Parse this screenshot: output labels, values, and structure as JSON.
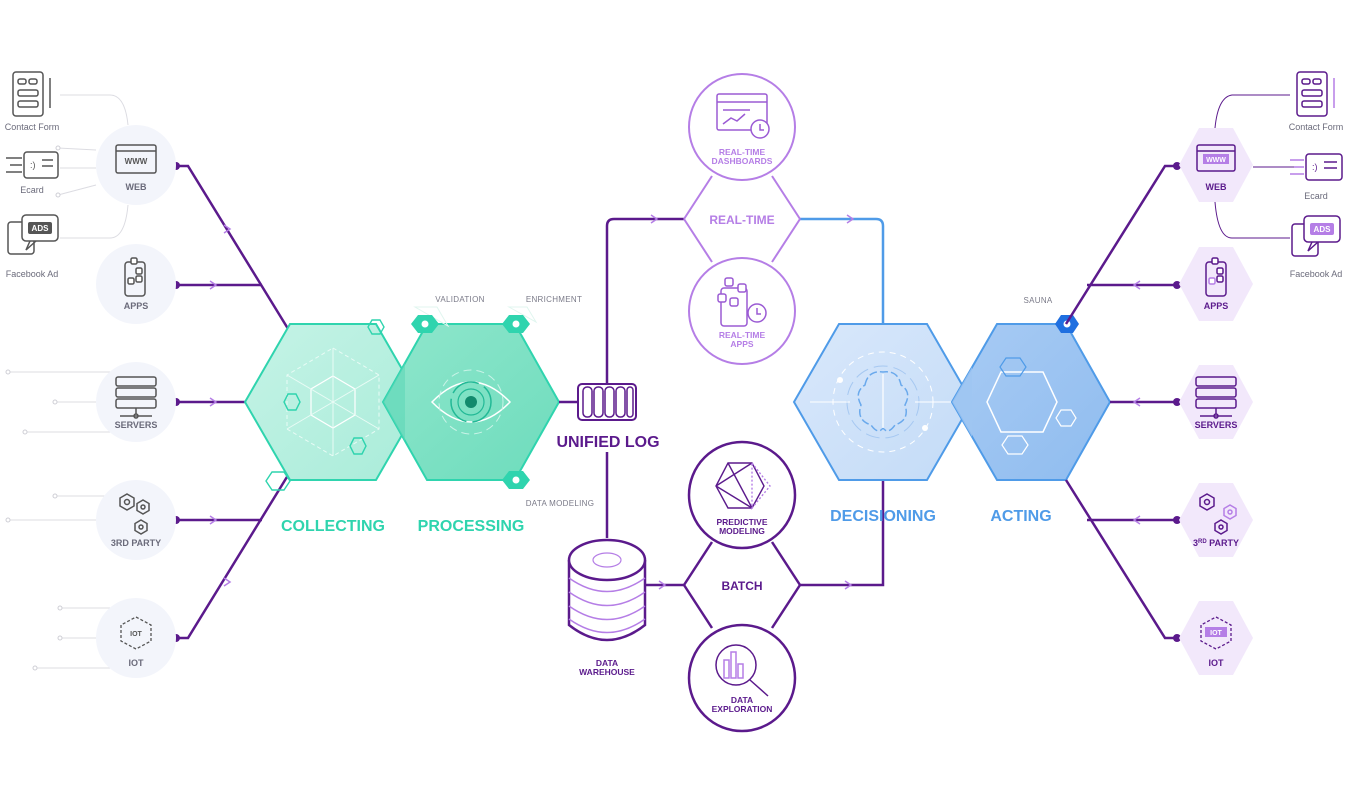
{
  "left_sources": {
    "inputs": [
      {
        "label": "Contact Form",
        "icon": "contact-form-icon"
      },
      {
        "label": "Ecard",
        "icon": "ecard-icon"
      },
      {
        "label": "Facebook Ad",
        "icon": "facebook-ad-icon"
      }
    ],
    "items": [
      {
        "label": "WEB",
        "icon": "web-icon",
        "icon_text": "WWW"
      },
      {
        "label": "APPS",
        "icon": "apps-icon"
      },
      {
        "label": "SERVERS",
        "icon": "servers-icon"
      },
      {
        "label": "3RD PARTY",
        "icon": "third-party-icon"
      },
      {
        "label": "IOT",
        "icon": "iot-icon",
        "icon_text": "IOT"
      }
    ]
  },
  "right_sources": {
    "inputs": [
      {
        "label": "Contact Form",
        "icon": "contact-form-icon"
      },
      {
        "label": "Ecard",
        "icon": "ecard-icon"
      },
      {
        "label": "Facebook Ad",
        "icon": "facebook-ad-icon"
      }
    ],
    "items": [
      {
        "label": "WEB",
        "icon": "web-icon",
        "icon_text": "WWW"
      },
      {
        "label": "APPS",
        "icon": "apps-icon"
      },
      {
        "label": "SERVERS",
        "icon": "servers-icon"
      },
      {
        "label": "3",
        "label_sup": "RD",
        "label_rest": " PARTY",
        "icon": "third-party-icon"
      },
      {
        "label": "IOT",
        "icon": "iot-icon",
        "icon_text": "IOT"
      }
    ]
  },
  "ads_badge": "ADS",
  "stages": {
    "collecting": "COLLECTING",
    "processing": "PROCESSING",
    "decisioning": "DECISIONING",
    "acting": "ACTING"
  },
  "processing_tags": {
    "validation": "VALIDATION",
    "enrichment": "ENRICHMENT",
    "data_modeling": "DATA MODELING"
  },
  "sauna_tag": "SAUNA",
  "unified_log": "UNIFIED LOG",
  "realtime": {
    "label": "REAL-TIME",
    "dashboards": [
      "REAL-TIME",
      "DASHBOARDS"
    ],
    "apps": [
      "REAL-TIME",
      "APPS"
    ]
  },
  "batch": {
    "label": "BATCH",
    "predictive": [
      "PREDICTIVE",
      "MODELING"
    ],
    "exploration": [
      "DATA",
      "EXPLORATION"
    ]
  },
  "warehouse": [
    "DATA",
    "WAREHOUSE"
  ],
  "colors": {
    "purple_dark": "#5b1a8c",
    "purple_light": "#b57ee6",
    "teal": "#2fd4ae",
    "blue": "#4f9be8",
    "grey_line": "#d9d9e0"
  }
}
